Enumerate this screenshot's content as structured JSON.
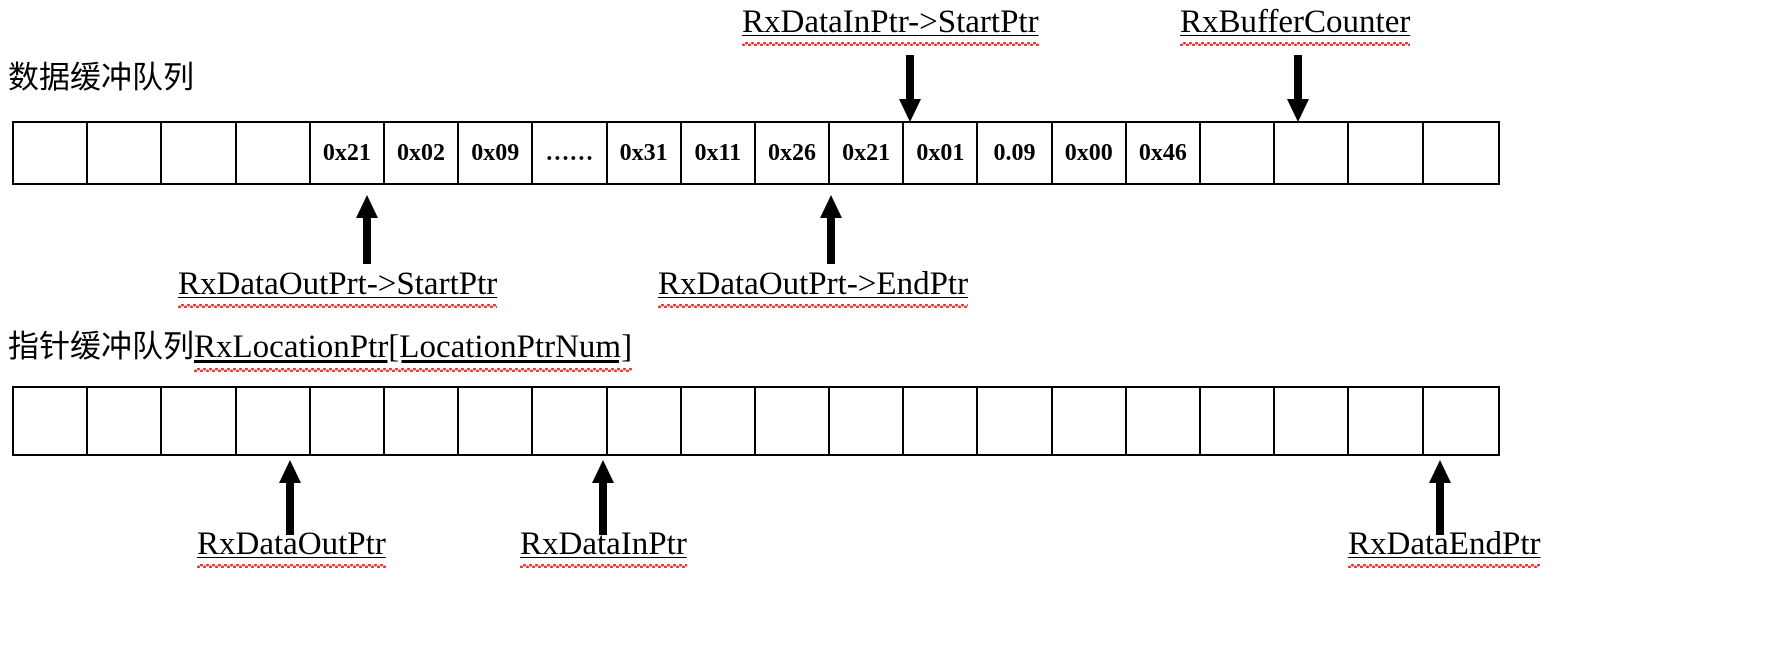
{
  "diagram": {
    "title_data_buffer": "数据缓冲队列",
    "title_ptr_buffer_cn": "指针缓冲队列",
    "title_ptr_buffer_en": "RxLocationPtr[LocationPtrNum]",
    "ink_color": "#000000",
    "spellcheck_color": "#ee2b2b",
    "background": "#ffffff"
  },
  "data_buffer": {
    "cell_count": 20,
    "cells": [
      "",
      "",
      "",
      "",
      "0x21",
      "0x02",
      "0x09",
      "……",
      "0x31",
      "0x11",
      "0x26",
      "0x21",
      "0x01",
      "0.09",
      "0x00",
      "0x46",
      "",
      "",
      "",
      ""
    ]
  },
  "pointer_buffer": {
    "cell_count": 20,
    "cells": [
      "",
      "",
      "",
      "",
      "",
      "",
      "",
      "",
      "",
      "",
      "",
      "",
      "",
      "",
      "",
      "",
      "",
      "",
      "",
      ""
    ]
  },
  "annotations": {
    "top": [
      {
        "label": "RxDataInPtr->StartPtr",
        "cell_index": 11,
        "direction": "down"
      },
      {
        "label": "RxBufferCounter",
        "cell_index": 16,
        "direction": "down"
      }
    ],
    "data_bottom": [
      {
        "label": "RxDataOutPrt->StartPtr",
        "cell_index": 4,
        "direction": "up"
      },
      {
        "label": "RxDataOutPrt->EndPtr",
        "cell_index": 10,
        "direction": "up"
      }
    ],
    "pointer_bottom": [
      {
        "label": "RxDataOutPtr",
        "cell_index": 3,
        "direction": "up"
      },
      {
        "label": "RxDataInPtr",
        "cell_index": 7,
        "direction": "up"
      },
      {
        "label": "RxDataEndPtr",
        "cell_index": 19,
        "direction": "up"
      }
    ]
  }
}
